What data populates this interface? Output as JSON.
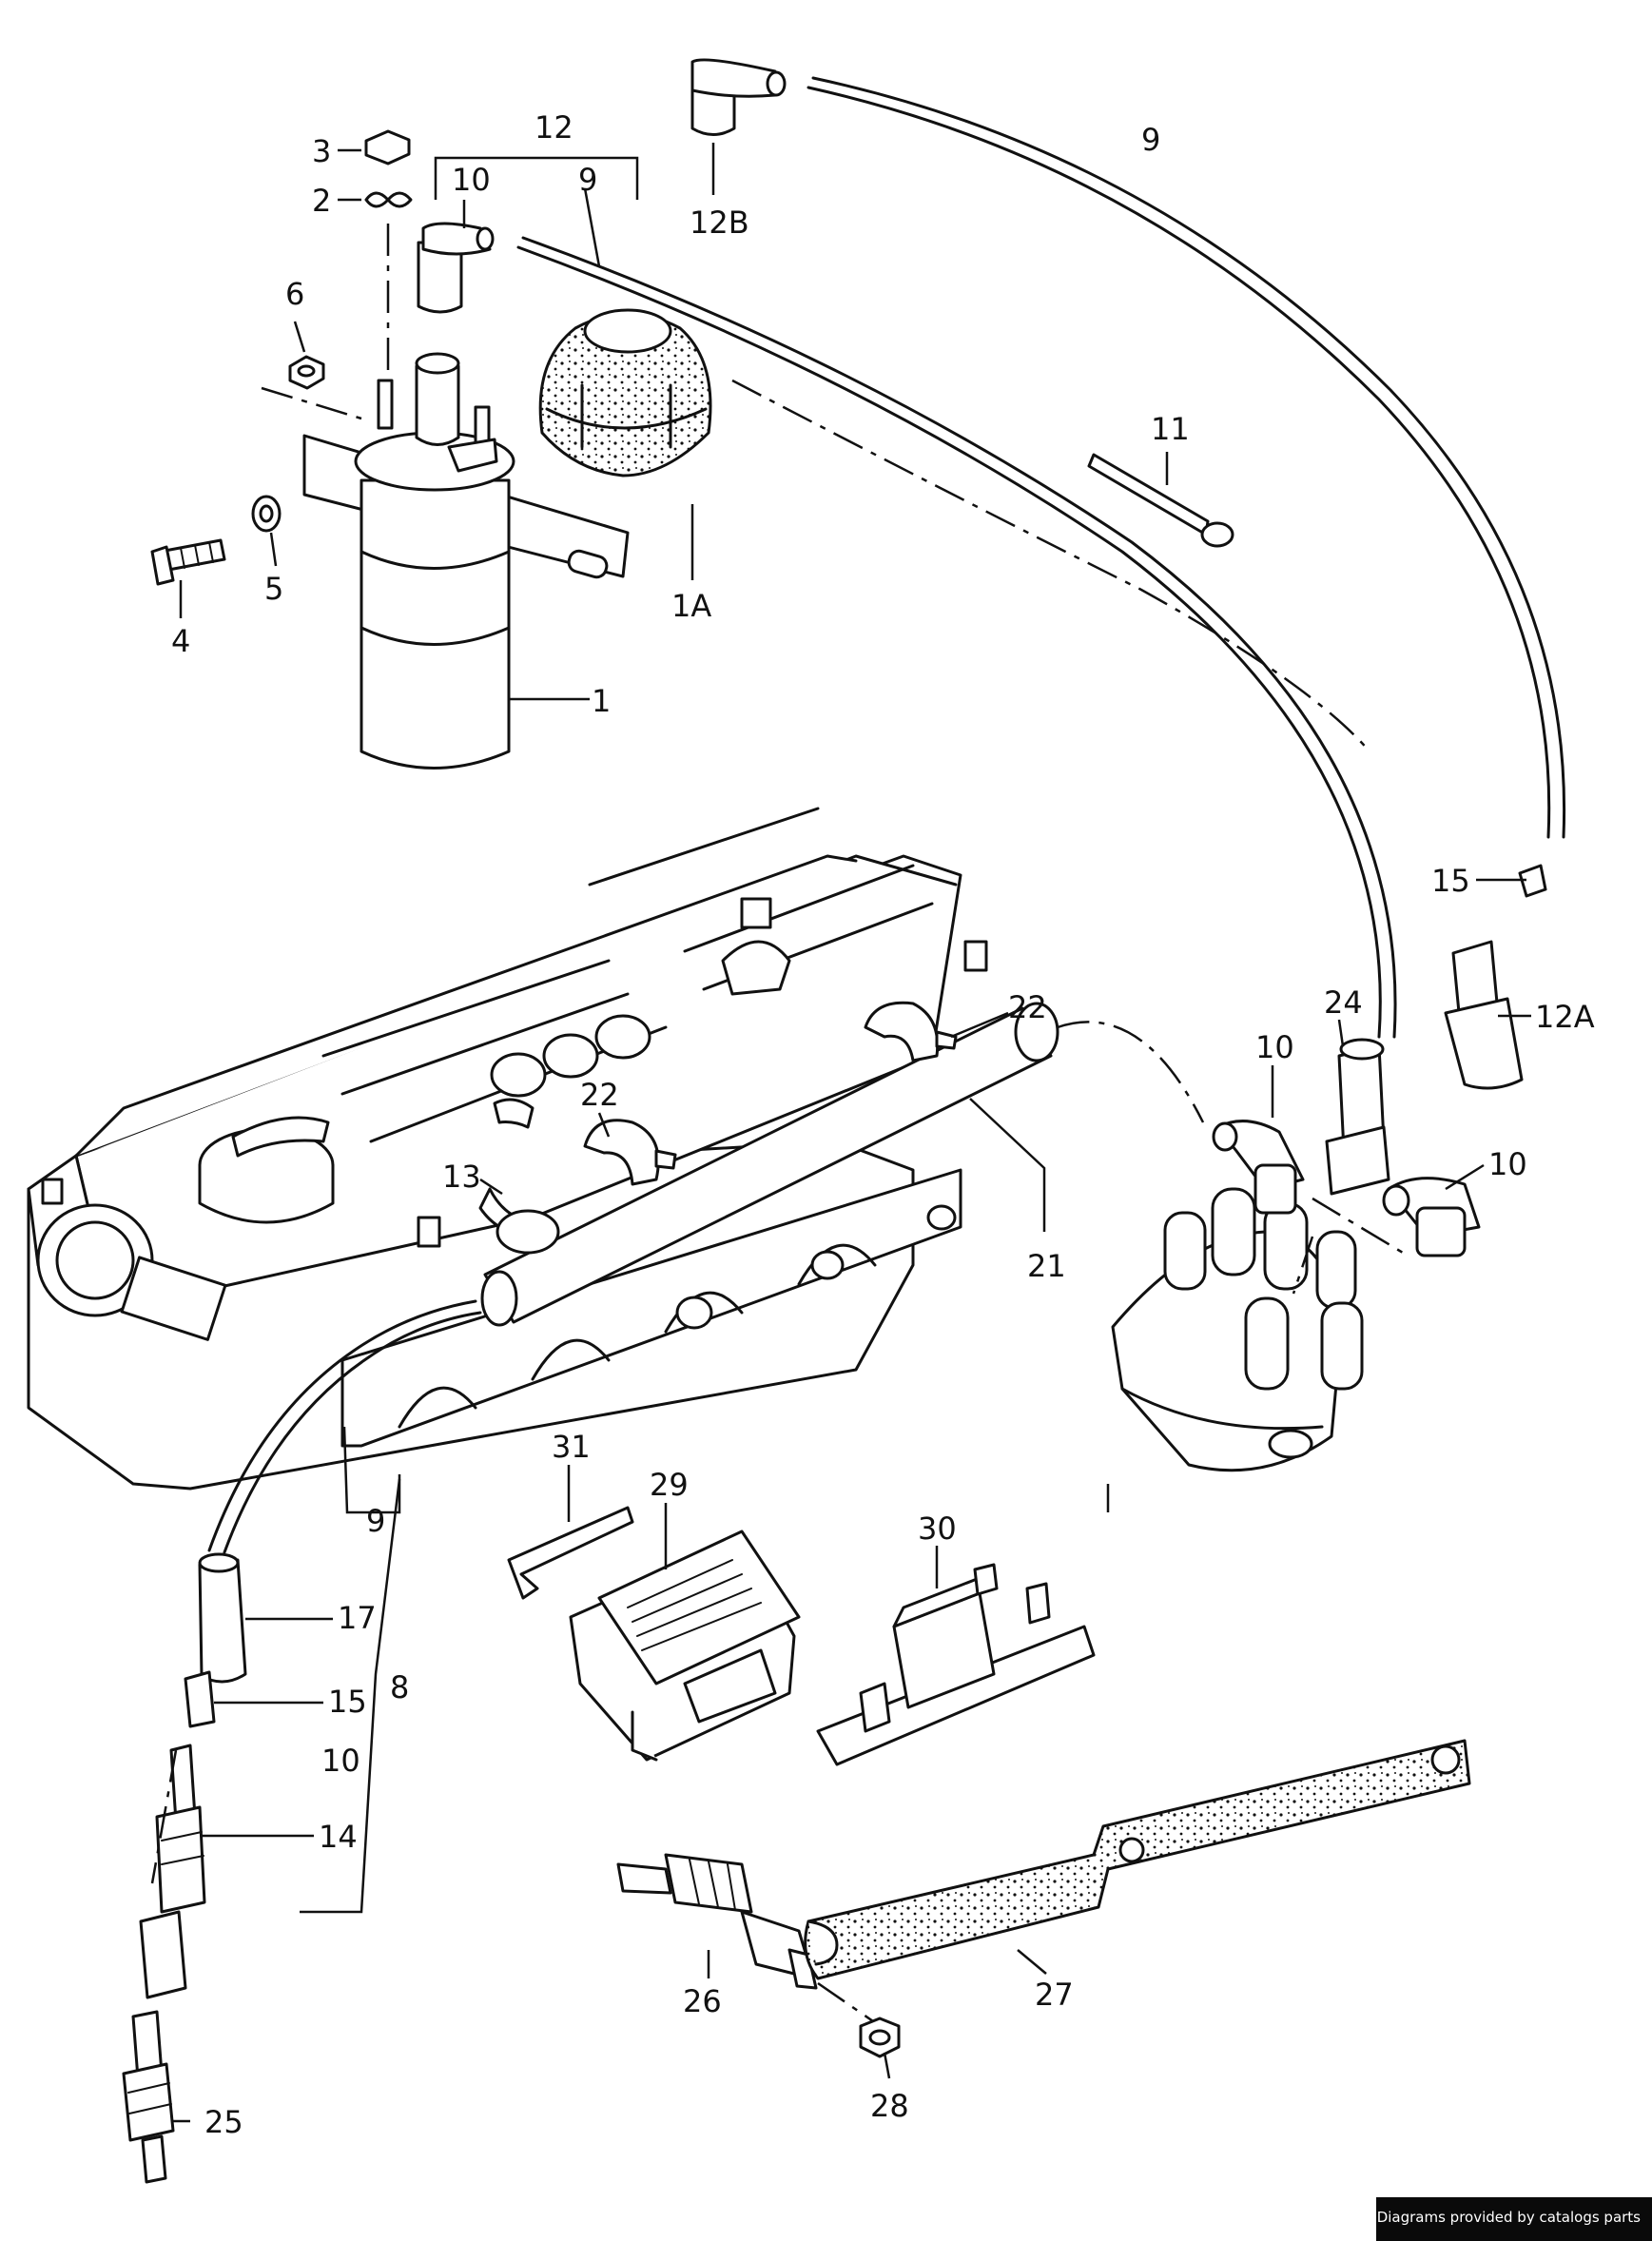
{
  "labels": {
    "1": "1",
    "1A": "1A",
    "2": "2",
    "3": "3",
    "4": "4",
    "5": "5",
    "6": "6",
    "8": "8",
    "9": "9",
    "10": "10",
    "11": "11",
    "12": "12",
    "12A": "12A",
    "12B": "12B",
    "13": "13",
    "14": "14",
    "15": "15",
    "17": "17",
    "21": "21",
    "22": "22",
    "24": "24",
    "25": "25",
    "26": "26",
    "27": "27",
    "28": "28",
    "29": "29",
    "30": "30",
    "31": "31"
  },
  "footer": {
    "credit": "Diagrams provided by catalogs parts"
  },
  "colors": {
    "ink": "#111111",
    "paper": "#ffffff",
    "badge": "#0a0a0a"
  }
}
